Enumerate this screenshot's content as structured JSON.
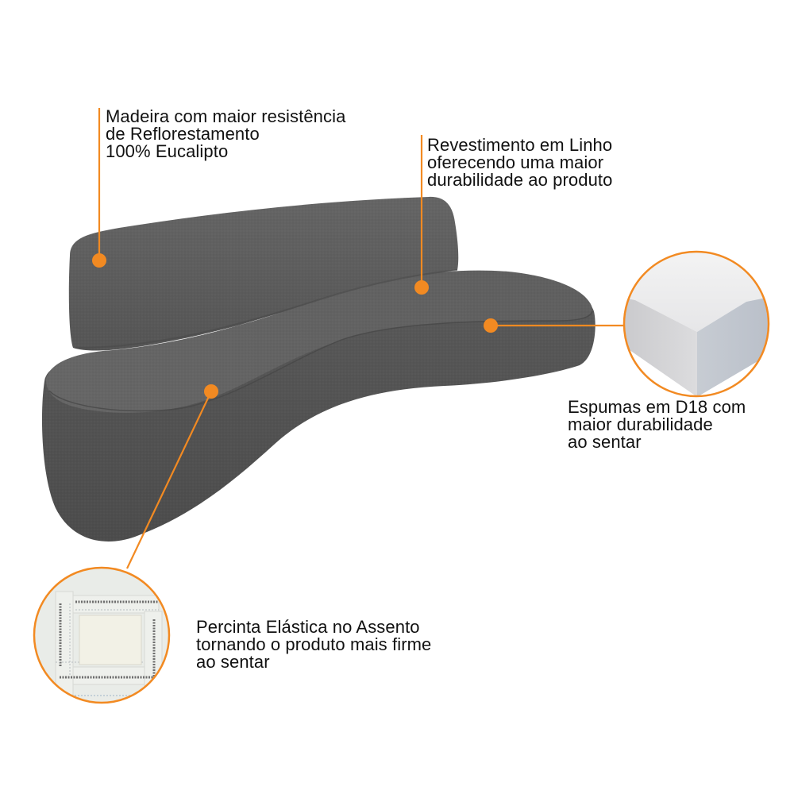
{
  "colors": {
    "accent": "#F28A22",
    "sofa_fabric": "#5E5E5E",
    "sofa_shadow": "#4F4F4F",
    "sofa_highlight": "#696969",
    "foam": "#ECECEE",
    "text": "#111111",
    "background": "#FFFFFF"
  },
  "product": {
    "type": "curved sofa",
    "fabric_color": "dark gray"
  },
  "callouts": [
    {
      "id": "madeira",
      "lines": [
        "Madeira com maior resistência",
        "de Reflorestamento",
        "100% Eucalipto"
      ],
      "pointer": "backrest"
    },
    {
      "id": "revestimento",
      "lines": [
        "Revestimento em Linho",
        "oferecendo uma maior",
        "durabilidade ao produto"
      ],
      "pointer": "seat-fabric"
    },
    {
      "id": "espumas",
      "lines": [
        "Espumas em D18 com",
        "maior durabilidade",
        "ao sentar"
      ],
      "pointer": "seat-cushion-right",
      "detail_image": "foam-block-corner"
    },
    {
      "id": "percinta",
      "lines": [
        "Percinta Elástica no Assento",
        "tornando o produto mais firme",
        "ao sentar"
      ],
      "pointer": "seat-left",
      "detail_image": "elastic-webbing"
    }
  ]
}
